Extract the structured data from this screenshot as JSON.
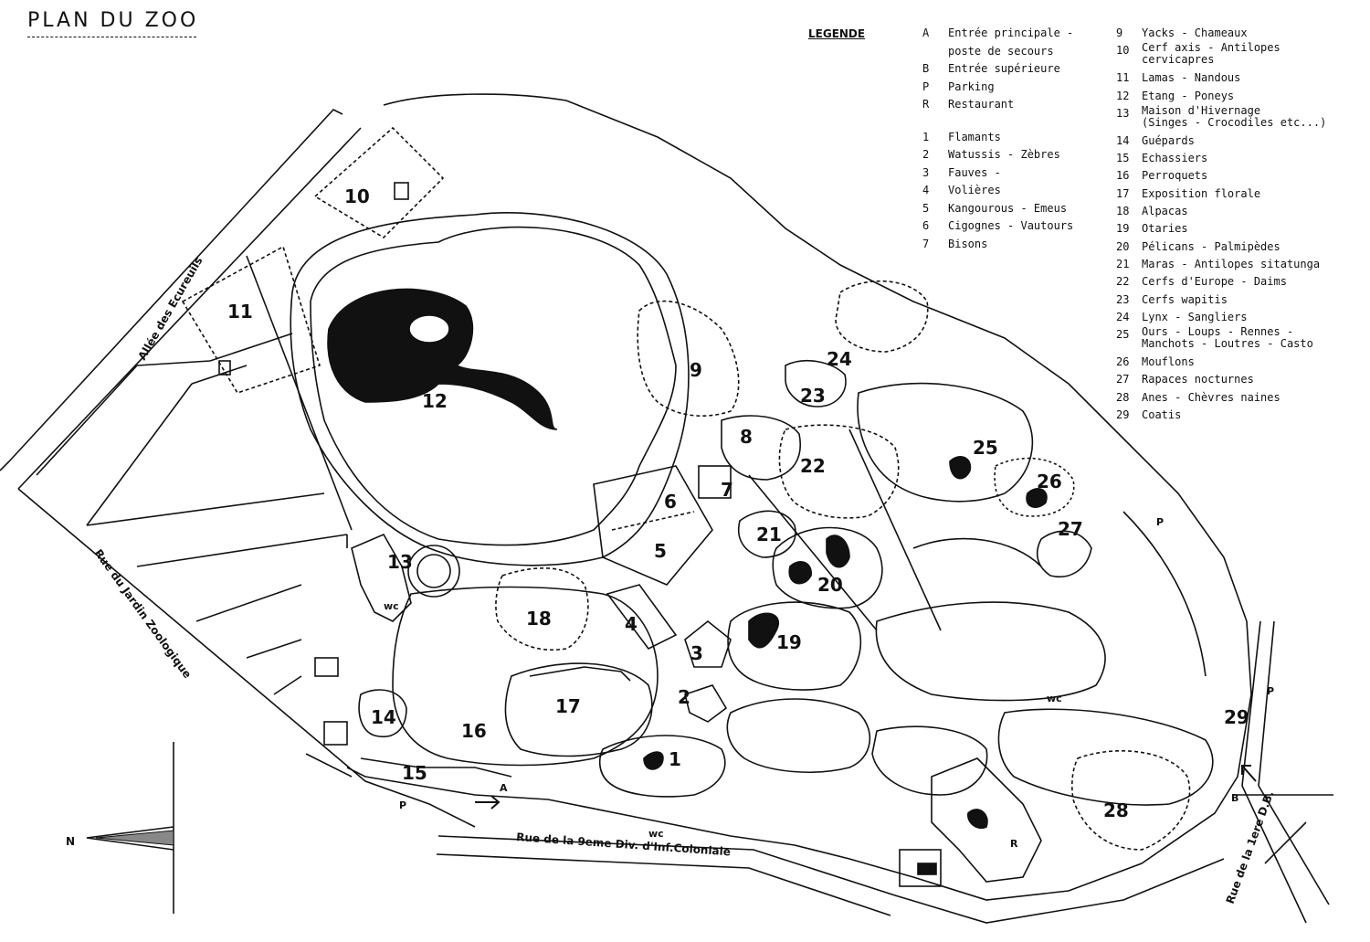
{
  "title": "PLAN DU ZOO",
  "legend": {
    "heading": "LEGENDE",
    "col1": [
      {
        "key": "A",
        "text": "Entrée principale -\nposte de secours"
      },
      {
        "key": "B",
        "text": "Entrée supérieure"
      },
      {
        "key": "P",
        "text": "Parking"
      },
      {
        "key": "R",
        "text": "Restaurant"
      },
      {
        "key": "1",
        "text": "Flamants"
      },
      {
        "key": "2",
        "text": "Watussis - Zèbres"
      },
      {
        "key": "3",
        "text": "Fauves -"
      },
      {
        "key": "4",
        "text": "Volières"
      },
      {
        "key": "5",
        "text": "Kangourous - Emeus"
      },
      {
        "key": "6",
        "text": "Cigognes - Vautours"
      },
      {
        "key": "7",
        "text": "Bisons"
      }
    ],
    "col2": [
      {
        "key": "9",
        "text": "Yacks - Chameaux"
      },
      {
        "key": "10",
        "text": "Cerf axis - Antilopes\ncervicapres"
      },
      {
        "key": "11",
        "text": "Lamas - Nandous"
      },
      {
        "key": "12",
        "text": "Etang - Poneys"
      },
      {
        "key": "13",
        "text": "Maison d'Hivernage\n(Singes - Crocodiles etc...)"
      },
      {
        "key": "14",
        "text": "Guépards"
      },
      {
        "key": "15",
        "text": "Echassiers"
      },
      {
        "key": "16",
        "text": "Perroquets"
      },
      {
        "key": "17",
        "text": "Exposition florale"
      },
      {
        "key": "18",
        "text": "Alpacas"
      },
      {
        "key": "19",
        "text": "Otaries"
      },
      {
        "key": "20",
        "text": "Pélicans - Palmipèdes"
      },
      {
        "key": "21",
        "text": "Maras - Antilopes sitatunga"
      },
      {
        "key": "22",
        "text": "Cerfs d'Europe - Daims"
      },
      {
        "key": "23",
        "text": "Cerfs wapitis"
      },
      {
        "key": "24",
        "text": "Lynx - Sangliers"
      },
      {
        "key": "25",
        "text": "Ours - Loups - Rennes -\nManchots - Loutres - Casto"
      },
      {
        "key": "26",
        "text": "Mouflons"
      },
      {
        "key": "27",
        "text": "Rapaces nocturnes"
      },
      {
        "key": "28",
        "text": "Anes - Chèvres naines"
      },
      {
        "key": "29",
        "text": "Coatis"
      }
    ]
  },
  "streets": {
    "ecureuils": "Allée des Ecureuils",
    "jardin": "Rue du Jardin Zoologique",
    "division": "Rue de la 9eme Div. d'Inf.Coloniale",
    "first_db": "Rue de la 1ere D.B."
  },
  "map_labels": {
    "n1": "1",
    "n2": "2",
    "n3": "3",
    "n4": "4",
    "n5": "5",
    "n6": "6",
    "n7": "7",
    "n8": "8",
    "n9": "9",
    "n10": "10",
    "n11": "11",
    "n12": "12",
    "n13": "13",
    "n14": "14",
    "n15": "15",
    "n16": "16",
    "n17": "17",
    "n18": "18",
    "n19": "19",
    "n20": "20",
    "n21": "21",
    "n22": "22",
    "n23": "23",
    "n24": "24",
    "n25": "25",
    "n26": "26",
    "n27": "27",
    "n28": "28",
    "n29": "29",
    "entrance_a": "A",
    "entrance_b": "B",
    "restaurant": "R",
    "p1": "P",
    "p2": "P",
    "p3": "P",
    "wc1": "wc",
    "wc2": "wc",
    "wc3": "wc",
    "north": "N"
  },
  "colors": {
    "ink": "#111111",
    "paper": "#ffffff"
  }
}
